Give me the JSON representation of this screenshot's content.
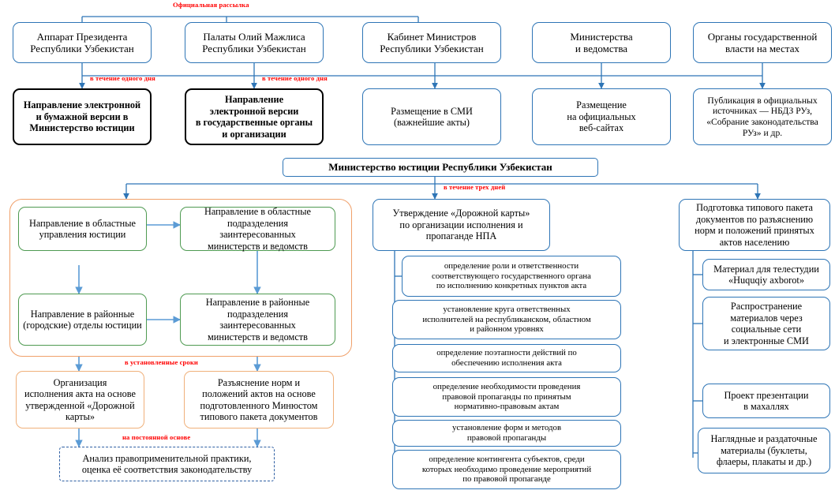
{
  "diagram": {
    "title": "Схема официальной рассылки и исполнения нормативно-правовых актов",
    "colors": {
      "blue": "#2E75B6",
      "black": "#000000",
      "green": "#4E9A51",
      "orange": "#F0A06A",
      "red_label": "#FF0000",
      "dashed_blue": "#2E5FA3"
    }
  },
  "labels": {
    "official_mailing": "Официальная рассылка",
    "within_one_day_1": "в течение одного дня",
    "within_one_day_2": "в течение одного дня",
    "within_three_days": "в течение трех дней",
    "within_set_deadlines": "в установленные сроки",
    "on_permanent_basis": "на постоянной основе"
  },
  "row1": [
    {
      "id": "presidential-office",
      "lines": [
        "Аппарат Президента",
        "Республики Узбекистан"
      ]
    },
    {
      "id": "oliy-majlis-chambers",
      "lines": [
        "Палаты Олий Мажлиса",
        "Республики Узбекистан"
      ]
    },
    {
      "id": "cabinet-of-ministers",
      "lines": [
        "Кабинет Министров",
        "Республики Узбекистан"
      ]
    },
    {
      "id": "ministries-agencies",
      "lines": [
        "Министерства",
        "и ведомства"
      ]
    },
    {
      "id": "local-state-authorities",
      "lines": [
        "Органы государственной",
        "власти на местах"
      ]
    }
  ],
  "row2": [
    {
      "id": "send-electronic-paper-minjust",
      "lines": [
        "Направление электронной",
        "и бумажной версии в",
        "Министерство юстиции"
      ]
    },
    {
      "id": "send-electronic-state-bodies",
      "lines": [
        "Направление",
        "электронной версии",
        "в государственные органы",
        "и организации"
      ]
    },
    {
      "id": "publish-in-mass-media",
      "lines": [
        "Размещение в СМИ",
        "(важнейшие акты)"
      ]
    },
    {
      "id": "publish-official-websites",
      "lines": [
        "Размещение",
        "на официальных",
        "веб-сайтах"
      ]
    },
    {
      "id": "publish-official-sources",
      "lines": [
        "Публикация в официальных",
        "источниках — НБДЗ РУз,",
        "«Собрание законодательства",
        "РУз» и др."
      ]
    }
  ],
  "ministry": {
    "id": "ministry-of-justice",
    "text": "Министерство юстиции Республики Узбекистан"
  },
  "left_group": {
    "id": "regional-distribution-group",
    "items": [
      {
        "id": "send-regional-justice-departments",
        "lines": [
          "Направление в областные",
          "управления юстиции"
        ]
      },
      {
        "id": "send-regional-interested-subdivisions",
        "lines": [
          "Направление в областные",
          "подразделения",
          "заинтересованных",
          "министерств и ведомств"
        ]
      },
      {
        "id": "send-district-justice-departments",
        "lines": [
          "Направление в районные",
          "(городские) отделы юстиции"
        ]
      },
      {
        "id": "send-district-interested-subdivisions",
        "lines": [
          "Направление в районные",
          "подразделения",
          "заинтересованных",
          "министерств и ведомств"
        ]
      }
    ]
  },
  "left_lower": [
    {
      "id": "organize-act-execution-roadmap",
      "lines": [
        "Организация",
        "исполнения акта на основе",
        "утвержденной «Дорожной",
        "карты»"
      ]
    },
    {
      "id": "explain-norms-document-package",
      "lines": [
        "Разъяснение норм и",
        "положений актов на основе",
        "подготовленного Минюстом",
        "типового пакета документов"
      ]
    }
  ],
  "left_analysis": {
    "id": "law-enforcement-practice-analysis",
    "lines": [
      "Анализ правоприменительной практики,",
      "оценка её соответствия законодательству"
    ]
  },
  "middle": {
    "head": {
      "id": "approve-roadmap",
      "lines": [
        "Утверждение «Дорожной карты»",
        "по организации исполнения и",
        "пропаганде НПА"
      ]
    },
    "items": [
      {
        "id": "define-role-responsibility",
        "lines": [
          "определение роли и ответственности",
          "соответствующего государственного органа",
          "по исполнению конкретных пунктов акта"
        ]
      },
      {
        "id": "establish-responsible-executors",
        "lines": [
          "установление круга ответственных",
          "исполнителей на республиканском, областном",
          "и районном уровнях"
        ]
      },
      {
        "id": "define-action-stages",
        "lines": [
          "определение поэтапности действий по",
          "обеспечению исполнения акта"
        ]
      },
      {
        "id": "define-legal-propaganda-need",
        "lines": [
          "определение необходимости проведения",
          "правовой пропаганды по принятым",
          "нормативно-правовым актам"
        ]
      },
      {
        "id": "establish-forms-methods",
        "lines": [
          "установление форм и методов",
          "правовой пропаганды"
        ]
      },
      {
        "id": "define-target-audience",
        "lines": [
          "определение контингента субъектов, среди",
          "которых необходимо проведение мероприятий",
          "по правовой пропаганде"
        ]
      }
    ]
  },
  "right": {
    "head": {
      "id": "prepare-standard-document-package",
      "lines": [
        "Подготовка типового пакета",
        "документов по разъяснению",
        "норм и положений принятых",
        "актов населению"
      ]
    },
    "items": [
      {
        "id": "tv-studio-material",
        "lines": [
          "Материал для телестудии",
          "«Huquqiy axborot»"
        ]
      },
      {
        "id": "distribute-social-networks",
        "lines": [
          "Распространение",
          "материалов через",
          "социальные сети",
          "и электронные СМИ"
        ]
      },
      {
        "id": "presentation-draft-mahalla",
        "lines": [
          "Проект презентации",
          "в махаллях"
        ]
      },
      {
        "id": "visual-handout-materials",
        "lines": [
          "Наглядные и раздаточные",
          "материалы (буклеты,",
          "флаеры, плакаты и др.)"
        ]
      }
    ]
  }
}
